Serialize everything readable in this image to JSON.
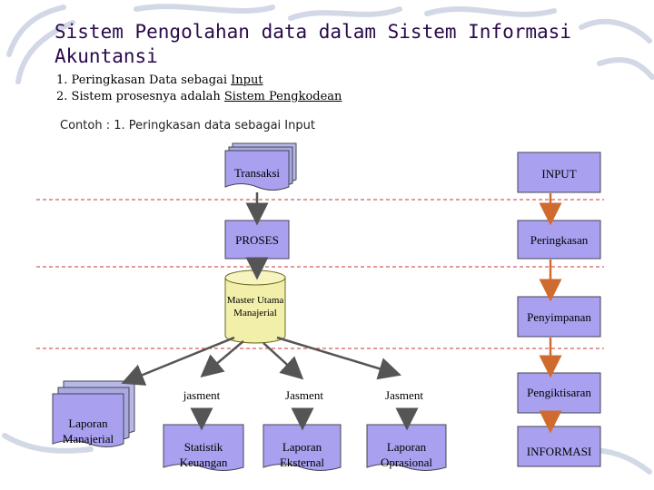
{
  "page": {
    "title": "Sistem Pengolahan data dalam Sistem Informasi Akuntansi",
    "points": [
      {
        "num": "1. ",
        "text": "Peringkasan Data sebagai ",
        "underlined": "Input"
      },
      {
        "num": "2. ",
        "text": "Sistem  prosesnya adalah ",
        "underlined": "Sistem Pengkodean"
      }
    ],
    "contoh": "Contoh : 1. Peringkasan data sebagai Input"
  },
  "diagram": {
    "transaksi": "Transaksi",
    "proses": "PROSES",
    "master": "Master Utama Manajerial",
    "laporan_manajerial": "Laporan Manajerial",
    "jasment": [
      "jasment",
      "Jasment",
      "Jasment"
    ],
    "outputs": [
      "Statistik Keuangan",
      "Laporan Eksternal",
      "Laporan Oprasional"
    ],
    "stages": [
      "INPUT",
      "Peringkasan",
      "Penyimpanan",
      "Pengiktisaran",
      "INFORMASI"
    ]
  },
  "colors": {
    "stage_fill": "#a9a1f0",
    "master_fill": "#f2efaa",
    "arrow_left": "#555555",
    "arrow_right": "#d06b30",
    "divider": "#cc3333"
  }
}
